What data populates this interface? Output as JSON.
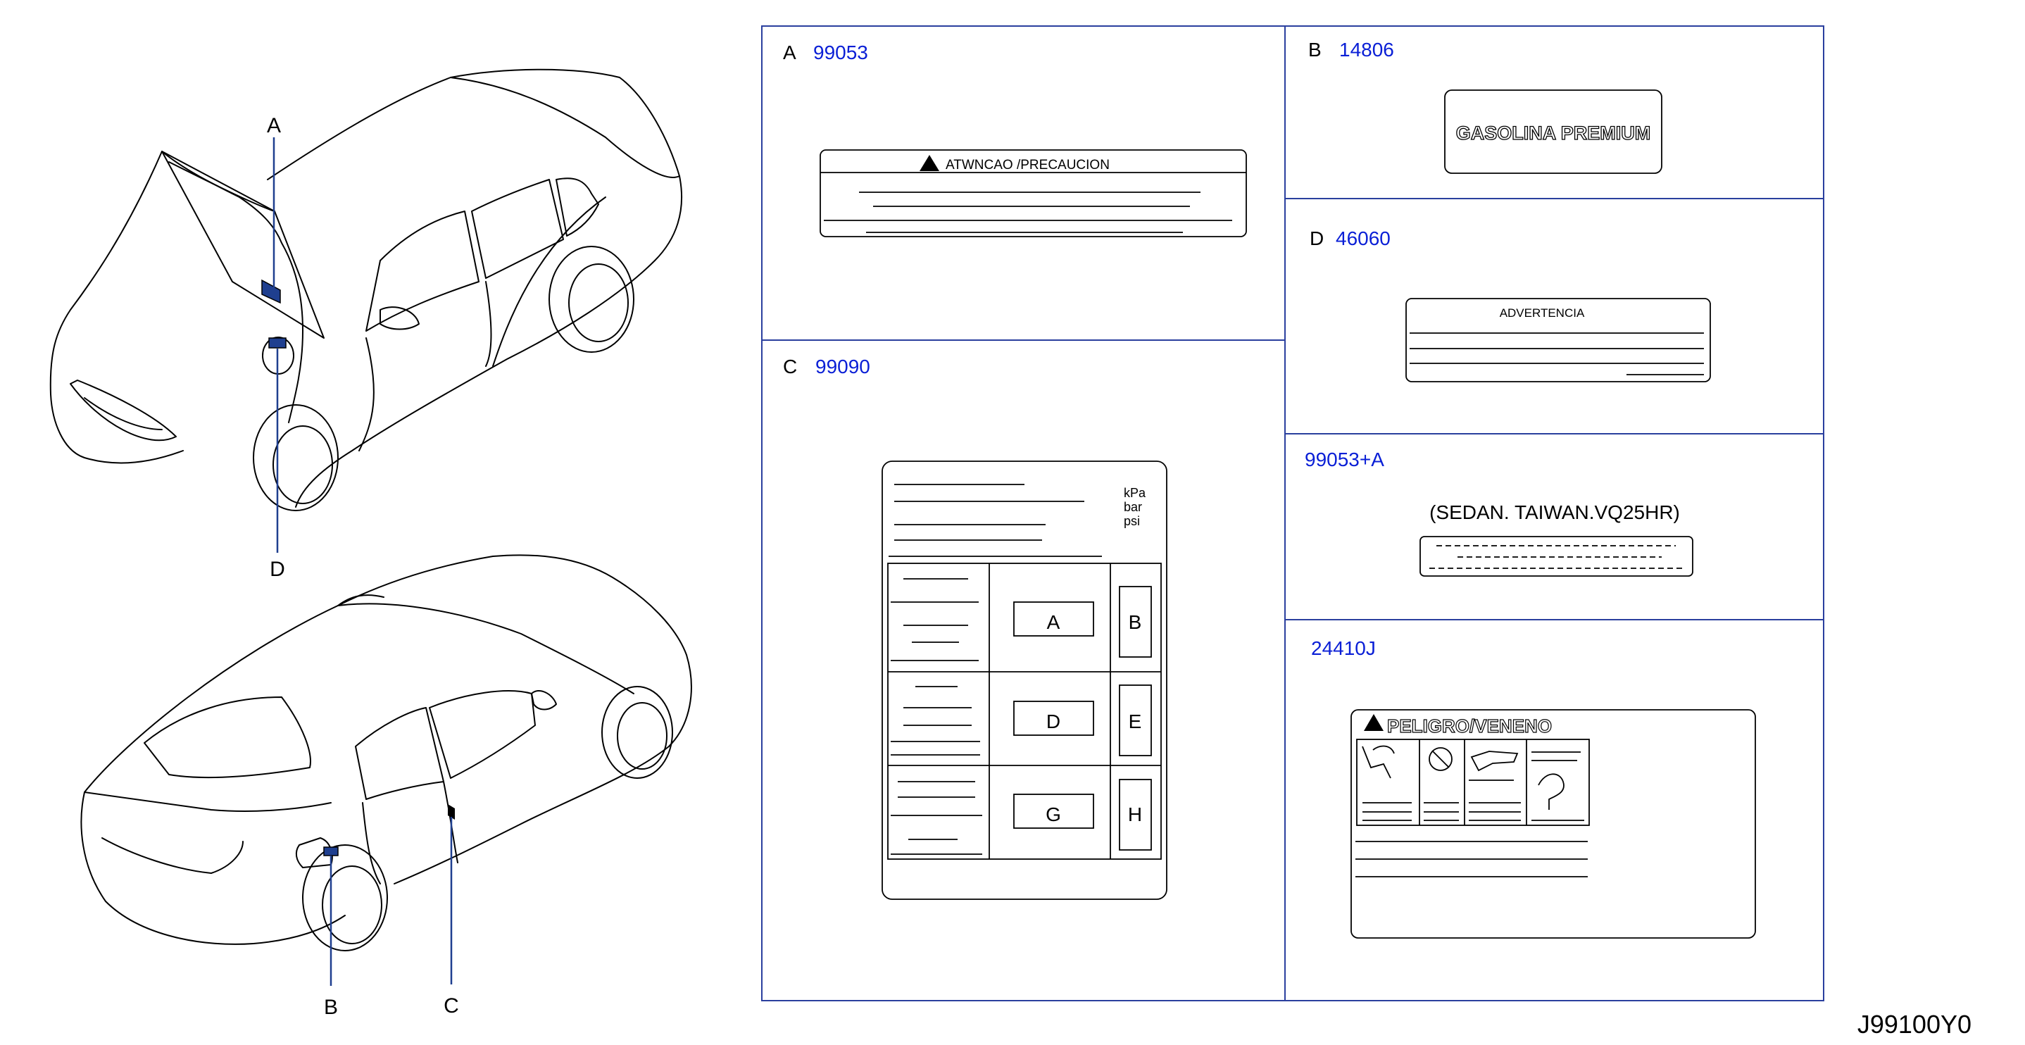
{
  "callouts": {
    "a": "A",
    "b": "B",
    "c": "C",
    "d": "D"
  },
  "panels": {
    "a": {
      "letter": "A",
      "code": "99053",
      "label_title": "ATWNCAO   /PRECAUCION"
    },
    "b": {
      "letter": "B",
      "code": "14806",
      "label_text": "GASOLINA PREMIUM"
    },
    "c": {
      "letter": "C",
      "code": "99090",
      "units": [
        "kPa",
        "bar",
        "psi"
      ],
      "cells": [
        "A",
        "B",
        "D",
        "E",
        "G",
        "H"
      ]
    },
    "d": {
      "letter": "D",
      "code": "46060",
      "label_title": "ADVERTENCIA"
    },
    "e": {
      "code": "99053+A",
      "caption": "(SEDAN.   TAIWAN.VQ25HR)"
    },
    "f": {
      "code": "24410J",
      "label_title": "PELIGRO/VENENO"
    }
  },
  "drawing_number": "J99100Y0",
  "colors": {
    "code_blue": "#0a1fd6",
    "frame_blue": "#2a3f9e",
    "marker": "#1f3f8f"
  }
}
